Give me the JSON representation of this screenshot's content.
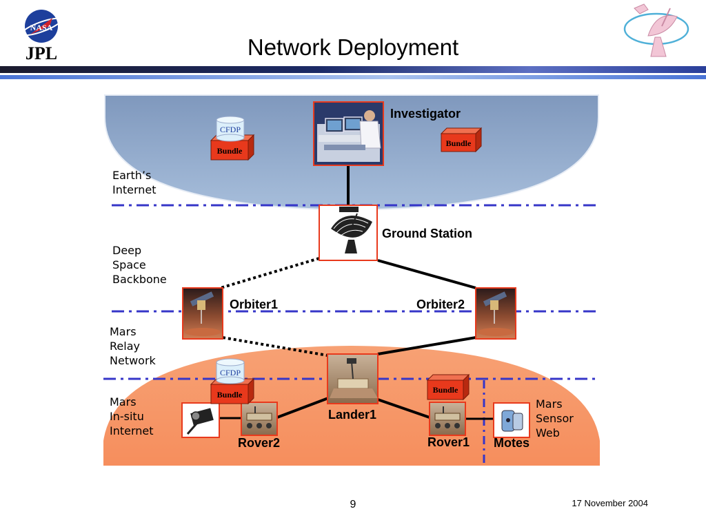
{
  "slide": {
    "title": "Network Deployment",
    "page_number": "9",
    "date": "17 November 2004"
  },
  "logos": {
    "left": {
      "name": "nasa-jpl-logo",
      "nasa_text": "NASA",
      "jpl_text": "JPL"
    },
    "right": {
      "name": "antenna-emblem"
    }
  },
  "regions": {
    "earth_internet": "Earth’s\nInternet",
    "deep_space_backbone": "Deep\nSpace\nBackbone",
    "mars_relay_network": "Mars\nRelay\nNetwork",
    "mars_insitu_internet": "Mars\nIn-situ\nInternet",
    "mars_sensor_web": "Mars\nSensor\nWeb"
  },
  "nodes": {
    "investigator": "Investigator",
    "ground_station": "Ground Station",
    "orbiter1": "Orbiter1",
    "orbiter2": "Orbiter2",
    "lander1": "Lander1",
    "rover1": "Rover1",
    "rover2": "Rover2",
    "motes": "Motes"
  },
  "stack_labels": {
    "cfdp": "CFDP",
    "bundle": "Bundle"
  },
  "colors": {
    "earth_region": "#8ea6c8",
    "mars_region": "#f89a6a",
    "divider": "#3333cc",
    "bundle_box": "#e8391c",
    "node_border": "#e8391c"
  }
}
